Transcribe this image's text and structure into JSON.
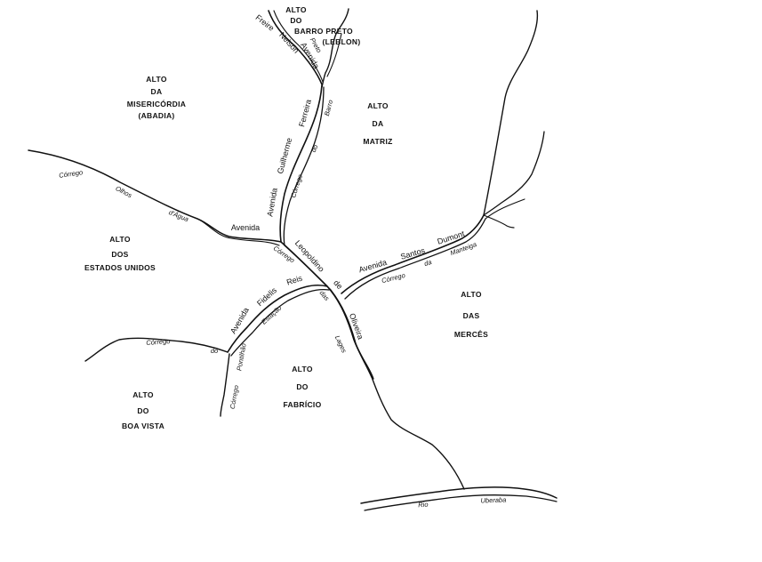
{
  "regions": {
    "barro_preto": [
      "ALTO",
      "DO",
      "BARRO PRETO",
      "(LEBLON)"
    ],
    "misericordia": [
      "ALTO",
      "DA",
      "MISERICÓRDIA",
      "(ABADIA)"
    ],
    "matriz": [
      "ALTO",
      "DA",
      "MATRIZ"
    ],
    "estados_unidos": [
      "ALTO",
      "DOS",
      "ESTADOS UNIDOS"
    ],
    "merces": [
      "ALTO",
      "DAS",
      "MERCÊS"
    ],
    "fabricio": [
      "ALTO",
      "DO",
      "FABRÍCIO"
    ],
    "boa_vista": [
      "ALTO",
      "DO",
      "BOA VISTA"
    ]
  },
  "streets": {
    "nelson_freire": [
      "Avenida",
      "Nelson",
      "Freire"
    ],
    "guilherme_ferreira": [
      "Avenida",
      "Guilherme",
      "Ferreira"
    ],
    "avenida_west": "Avenida",
    "leopoldino": [
      "Leopoldino",
      "de",
      "Oliveira"
    ],
    "santos_dumont": [
      "Avenida",
      "Santos",
      "Dumont"
    ],
    "fidelis_reis": [
      "Avenida",
      "Fidelis",
      "Reis"
    ]
  },
  "creeks": {
    "barro_preto": [
      "Preto",
      "Barro",
      "do",
      "Córrego"
    ],
    "olhos_dagua": [
      "Córrego",
      "Olhos",
      "d'Água"
    ],
    "lajes": [
      "Córrego",
      "das",
      "Lages"
    ],
    "manteiga": [
      "Córrego",
      "da",
      "Manteiga"
    ],
    "estacao": "Estação",
    "pontilhao": [
      "Córrego",
      "do",
      "Pontilhão",
      "Córrego"
    ],
    "rio_uberaba": [
      "Rio",
      "Uberaba"
    ]
  }
}
